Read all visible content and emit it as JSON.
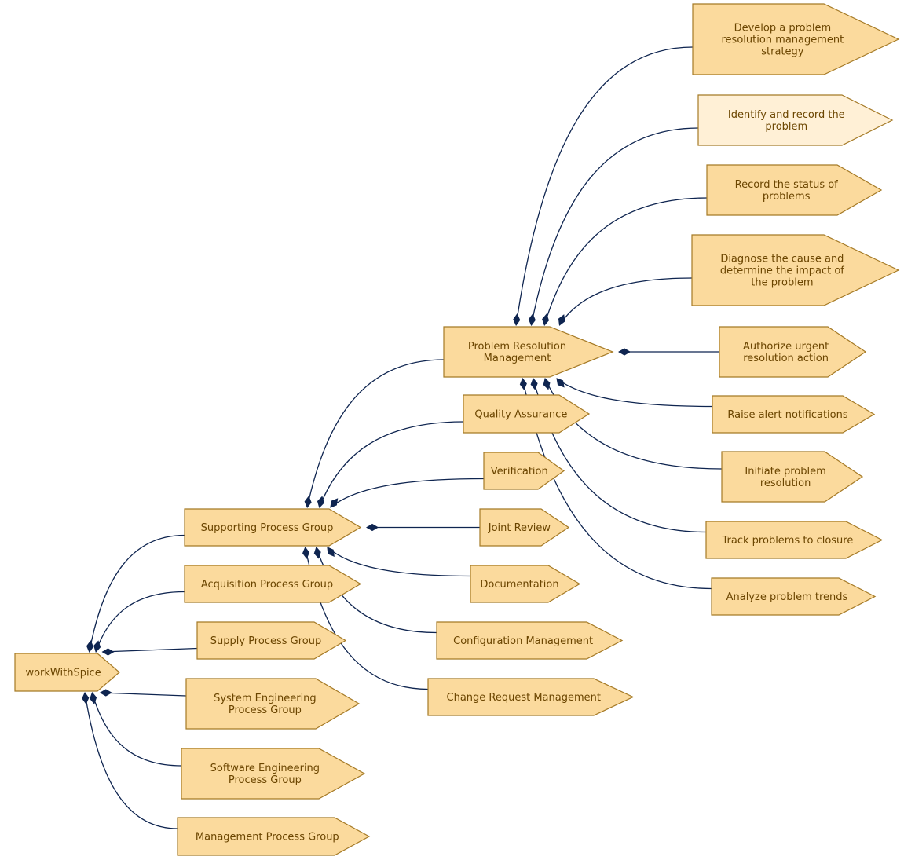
{
  "colors": {
    "node_fill": "#fbda9d",
    "node_fill_highlight": "#fff0d6",
    "node_stroke": "#a57a26",
    "text": "#6b4500",
    "edge": "#0f2550"
  },
  "nodes": {
    "work_with_spice": {
      "lines": [
        "workWithSpice"
      ]
    },
    "supporting": {
      "lines": [
        "Supporting Process Group"
      ]
    },
    "acquisition": {
      "lines": [
        "Acquisition Process Group"
      ]
    },
    "supply": {
      "lines": [
        "Supply Process Group"
      ]
    },
    "system_eng": {
      "lines": [
        "System Engineering",
        "Process Group"
      ]
    },
    "software_eng": {
      "lines": [
        "Software Engineering",
        "Process Group"
      ]
    },
    "management": {
      "lines": [
        "Management Process Group"
      ]
    },
    "prm": {
      "lines": [
        "Problem Resolution",
        "Management"
      ]
    },
    "qa": {
      "lines": [
        "Quality Assurance"
      ]
    },
    "verification": {
      "lines": [
        "Verification"
      ]
    },
    "joint_review": {
      "lines": [
        "Joint Review"
      ]
    },
    "documentation": {
      "lines": [
        "Documentation"
      ]
    },
    "config_mgmt": {
      "lines": [
        "Configuration Management"
      ]
    },
    "change_req": {
      "lines": [
        "Change Request Management"
      ]
    },
    "develop": {
      "lines": [
        "Develop a problem",
        "resolution management",
        "strategy"
      ]
    },
    "identify": {
      "lines": [
        "Identify and record the",
        "problem"
      ],
      "highlight": true
    },
    "record": {
      "lines": [
        "Record the status of",
        "problems"
      ]
    },
    "diagnose": {
      "lines": [
        "Diagnose the cause and",
        "determine the impact of",
        "the problem"
      ]
    },
    "authorize": {
      "lines": [
        "Authorize urgent",
        "resolution action"
      ]
    },
    "raise": {
      "lines": [
        "Raise alert notifications"
      ]
    },
    "initiate": {
      "lines": [
        "Initiate problem",
        "resolution"
      ]
    },
    "track": {
      "lines": [
        "Track problems to closure"
      ]
    },
    "analyze": {
      "lines": [
        "Analyze problem trends"
      ]
    }
  },
  "edges": [
    [
      "work_with_spice",
      "supporting"
    ],
    [
      "work_with_spice",
      "acquisition"
    ],
    [
      "work_with_spice",
      "supply"
    ],
    [
      "work_with_spice",
      "system_eng"
    ],
    [
      "work_with_spice",
      "software_eng"
    ],
    [
      "work_with_spice",
      "management"
    ],
    [
      "supporting",
      "prm"
    ],
    [
      "supporting",
      "qa"
    ],
    [
      "supporting",
      "verification"
    ],
    [
      "supporting",
      "joint_review"
    ],
    [
      "supporting",
      "documentation"
    ],
    [
      "supporting",
      "config_mgmt"
    ],
    [
      "supporting",
      "change_req"
    ],
    [
      "prm",
      "develop"
    ],
    [
      "prm",
      "identify"
    ],
    [
      "prm",
      "record"
    ],
    [
      "prm",
      "diagnose"
    ],
    [
      "prm",
      "authorize"
    ],
    [
      "prm",
      "raise"
    ],
    [
      "prm",
      "initiate"
    ],
    [
      "prm",
      "track"
    ],
    [
      "prm",
      "analyze"
    ]
  ]
}
